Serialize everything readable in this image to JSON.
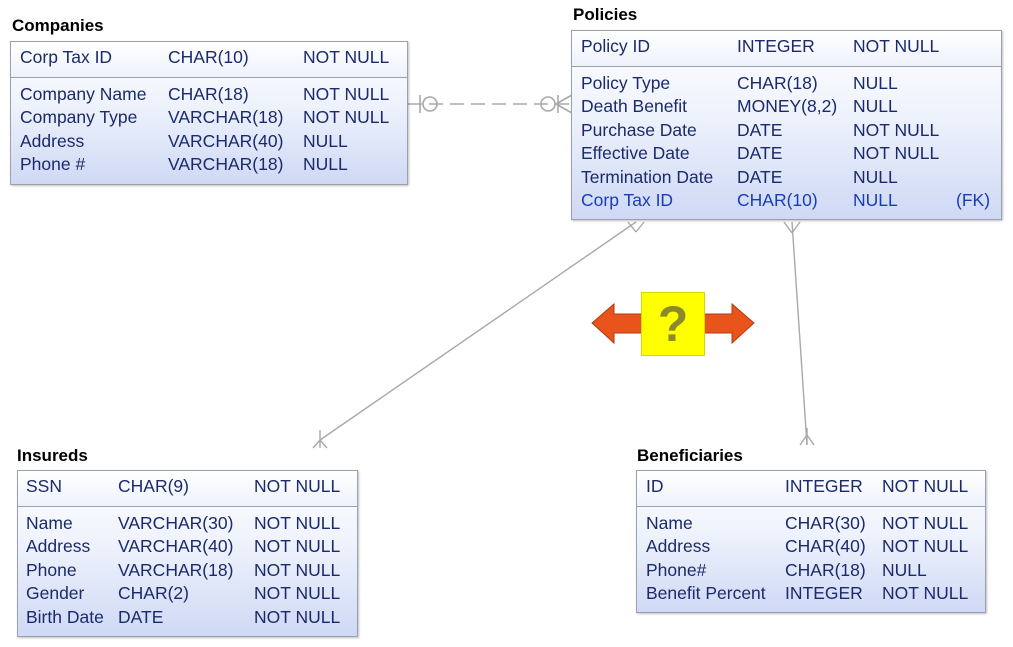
{
  "entities": {
    "companies": {
      "title": "Companies",
      "pk": [
        {
          "name": "Corp Tax ID",
          "type": "CHAR(10)",
          "null": "NOT NULL"
        }
      ],
      "attrs": [
        {
          "name": "Company Name",
          "type": "CHAR(18)",
          "null": "NOT NULL"
        },
        {
          "name": "Company Type",
          "type": "VARCHAR(18)",
          "null": "NOT NULL"
        },
        {
          "name": "Address",
          "type": "VARCHAR(40)",
          "null": "NULL"
        },
        {
          "name": "Phone #",
          "type": "VARCHAR(18)",
          "null": "NULL"
        }
      ]
    },
    "policies": {
      "title": "Policies",
      "pk": [
        {
          "name": "Policy ID",
          "type": "INTEGER",
          "null": "NOT NULL"
        }
      ],
      "attrs": [
        {
          "name": "Policy Type",
          "type": "CHAR(18)",
          "null": "NULL"
        },
        {
          "name": "Death Benefit",
          "type": "MONEY(8,2)",
          "null": "NULL"
        },
        {
          "name": "Purchase Date",
          "type": "DATE",
          "null": "NOT NULL"
        },
        {
          "name": "Effective Date",
          "type": "DATE",
          "null": "NOT NULL"
        },
        {
          "name": "Termination Date",
          "type": "DATE",
          "null": "NULL"
        },
        {
          "name": "Corp Tax ID",
          "type": "CHAR(10)",
          "null": "NULL",
          "key": "(FK)"
        }
      ]
    },
    "insureds": {
      "title": "Insureds",
      "pk": [
        {
          "name": "SSN",
          "type": "CHAR(9)",
          "null": "NOT NULL"
        }
      ],
      "attrs": [
        {
          "name": "Name",
          "type": "VARCHAR(30)",
          "null": "NOT NULL"
        },
        {
          "name": "Address",
          "type": "VARCHAR(40)",
          "null": "NOT NULL"
        },
        {
          "name": "Phone",
          "type": "VARCHAR(18)",
          "null": "NOT NULL"
        },
        {
          "name": "Gender",
          "type": "CHAR(2)",
          "null": "NOT NULL"
        },
        {
          "name": "Birth Date",
          "type": "DATE",
          "null": "NOT NULL"
        }
      ]
    },
    "beneficiaries": {
      "title": "Beneficiaries",
      "pk": [
        {
          "name": "ID",
          "type": "INTEGER",
          "null": "NOT NULL"
        }
      ],
      "attrs": [
        {
          "name": "Name",
          "type": "CHAR(30)",
          "null": "NOT NULL"
        },
        {
          "name": "Address",
          "type": "CHAR(40)",
          "null": "NOT NULL"
        },
        {
          "name": "Phone#",
          "type": "CHAR(18)",
          "null": "NULL"
        },
        {
          "name": "Benefit Percent",
          "type": "INTEGER",
          "null": "NOT NULL"
        }
      ]
    }
  },
  "question_box": {
    "symbol": "?"
  },
  "colors": {
    "text": "#1a2a6c",
    "fk_text": "#1a3cbb",
    "arrow": "#e8541c",
    "question_bg": "#ffff00",
    "connector": "#a8a8a8"
  }
}
